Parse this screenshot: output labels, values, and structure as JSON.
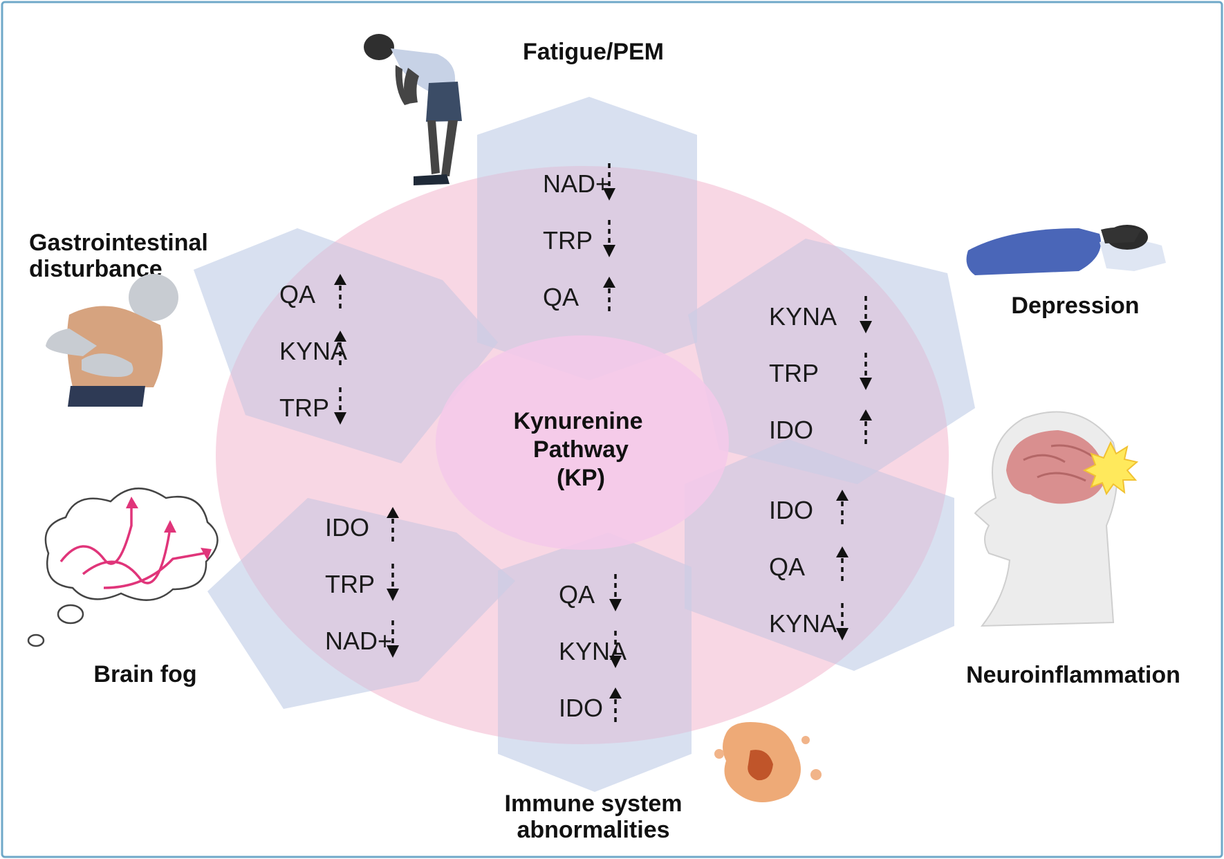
{
  "center": {
    "lines": [
      "Kynurenine",
      "Pathway",
      "(KP)"
    ]
  },
  "symptoms": [
    {
      "id": "fatigue",
      "title_lines": [
        "Fatigue/PEM"
      ],
      "icon": "bending-person-icon",
      "markers": [
        {
          "label": "NAD+",
          "trend": "down"
        },
        {
          "label": "TRP",
          "trend": "down"
        },
        {
          "label": "QA",
          "trend": "up"
        }
      ]
    },
    {
      "id": "depression",
      "title_lines": [
        "Depression"
      ],
      "icon": "lying-person-icon",
      "markers": [
        {
          "label": "KYNA",
          "trend": "down"
        },
        {
          "label": "TRP",
          "trend": "down"
        },
        {
          "label": "IDO",
          "trend": "up"
        }
      ]
    },
    {
      "id": "neuroinflammation",
      "title_lines": [
        "Neuroinflammation"
      ],
      "icon": "brain-head-icon",
      "markers": [
        {
          "label": "IDO",
          "trend": "up"
        },
        {
          "label": "QA",
          "trend": "up"
        },
        {
          "label": "KYNA",
          "trend": "down"
        }
      ]
    },
    {
      "id": "immune",
      "title_lines": [
        "Immune system",
        "abnormalities"
      ],
      "icon": "immune-cell-icon",
      "markers": [
        {
          "label": "QA",
          "trend": "down"
        },
        {
          "label": "KYNA",
          "trend": "down"
        },
        {
          "label": "IDO",
          "trend": "up"
        }
      ]
    },
    {
      "id": "brainfog",
      "title_lines": [
        "Brain fog"
      ],
      "icon": "thought-cloud-icon",
      "markers": [
        {
          "label": "IDO",
          "trend": "up"
        },
        {
          "label": "TRP",
          "trend": "down"
        },
        {
          "label": "NAD+",
          "trend": "down"
        }
      ]
    },
    {
      "id": "gi",
      "title_lines": [
        "Gastrointestinal",
        "disturbance"
      ],
      "icon": "stomach-pain-person-icon",
      "markers": [
        {
          "label": "QA",
          "trend": "up"
        },
        {
          "label": "KYNA",
          "trend": "up"
        },
        {
          "label": "TRP",
          "trend": "down"
        }
      ]
    }
  ],
  "colors": {
    "ring": "#ee9fbf",
    "hexagon": "#c9d3ea",
    "center": "#f5c9ea",
    "frame": "#6fa8c8"
  }
}
